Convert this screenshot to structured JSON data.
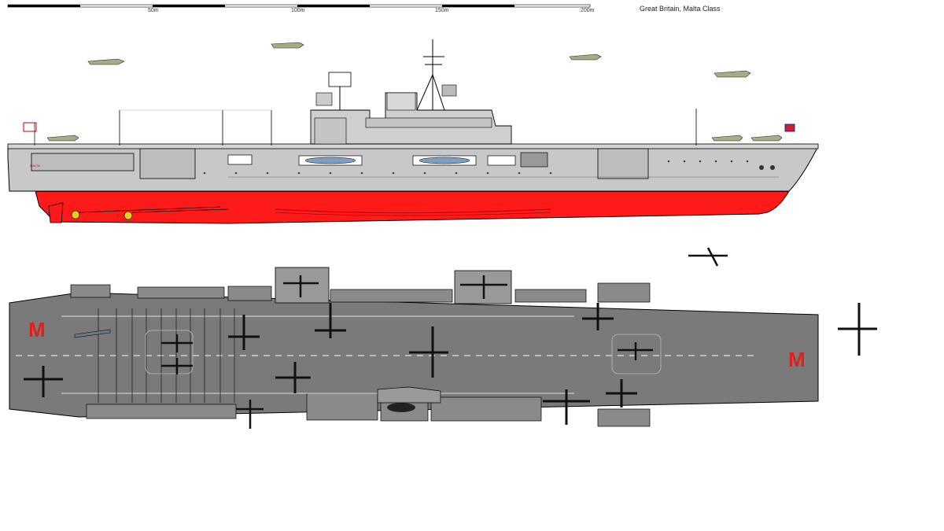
{
  "title": "Great Britain, Malta Class",
  "scale": {
    "unit_labels": [
      "50m",
      "100m",
      "150m",
      "200m"
    ]
  },
  "hull_markings": {
    "bow_letter_left": "M",
    "bow_letter_right": "M",
    "stern_name": "MALTA"
  },
  "colors": {
    "hull_grey": "#c8c8c8",
    "antifouling_red": "#ff1a1a",
    "deck_grey": "#7a7a7a",
    "marking_red": "#e02020",
    "aircraft_grey": "#8c8c8c"
  }
}
